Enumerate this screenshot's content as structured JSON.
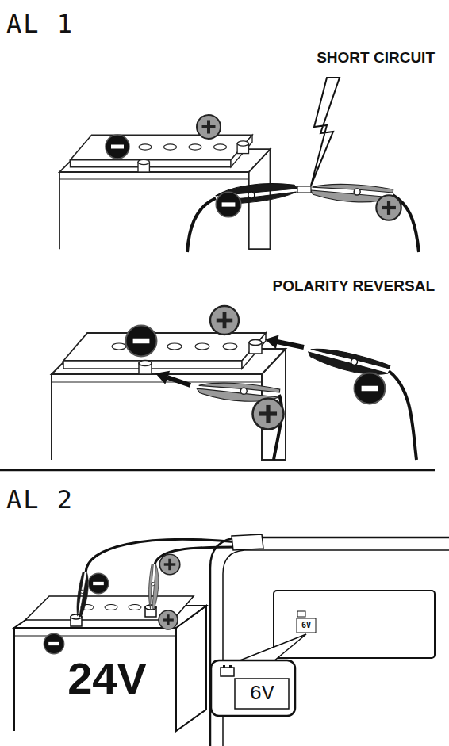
{
  "diagram": {
    "labels": [
      "AL 1",
      "SHORT CIRCUIT",
      "POLARITY REVERSAL",
      "AL 2",
      "24V",
      "6V",
      "6V"
    ]
  }
}
